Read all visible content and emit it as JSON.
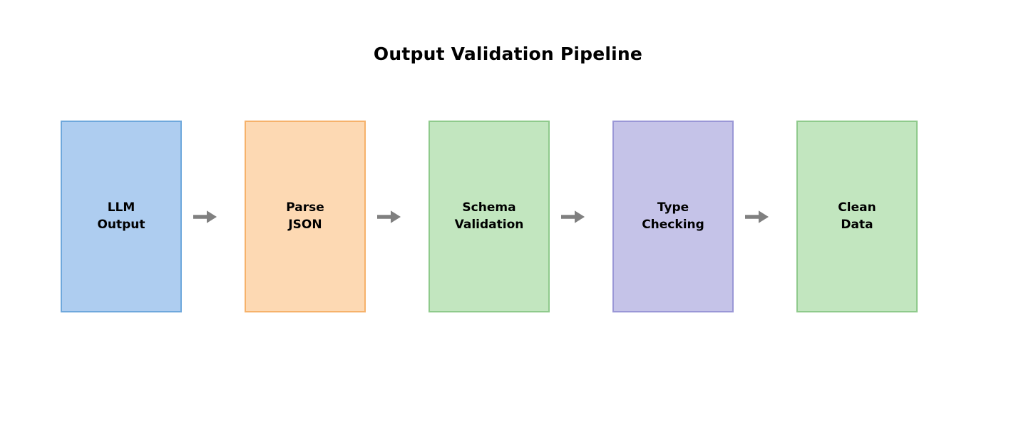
{
  "diagram": {
    "title": "Output Validation Pipeline",
    "type": "pipeline-flowchart",
    "background_color": "#ffffff",
    "arrow_color": "#808080",
    "arrow_icon": "right-arrow-icon",
    "stages": [
      {
        "id": "llm-output",
        "label": "LLM\nOutput",
        "line1": "LLM",
        "line2": "Output",
        "fill_color": "#aecdf0",
        "border_color": "#6fa8dc"
      },
      {
        "id": "parse-json",
        "label": "Parse\nJSON",
        "line1": "Parse",
        "line2": "JSON",
        "fill_color": "#fdd9b3",
        "border_color": "#f6b26b"
      },
      {
        "id": "schema-validation",
        "label": "Schema\nValidation",
        "line1": "Schema",
        "line2": "Validation",
        "fill_color": "#c2e6bf",
        "border_color": "#8fca8c"
      },
      {
        "id": "type-checking",
        "label": "Type\nChecking",
        "line1": "Type",
        "line2": "Checking",
        "fill_color": "#c5c3e8",
        "border_color": "#9a97d6"
      },
      {
        "id": "clean-data",
        "label": "Clean\nData",
        "line1": "Clean",
        "line2": "Data",
        "fill_color": "#c2e6bf",
        "border_color": "#8fca8c"
      }
    ],
    "connectors": [
      {
        "from": "llm-output",
        "to": "parse-json",
        "glyph": "→"
      },
      {
        "from": "parse-json",
        "to": "schema-validation",
        "glyph": "→"
      },
      {
        "from": "schema-validation",
        "to": "type-checking",
        "glyph": "→"
      },
      {
        "from": "type-checking",
        "to": "clean-data",
        "glyph": "→"
      }
    ]
  }
}
